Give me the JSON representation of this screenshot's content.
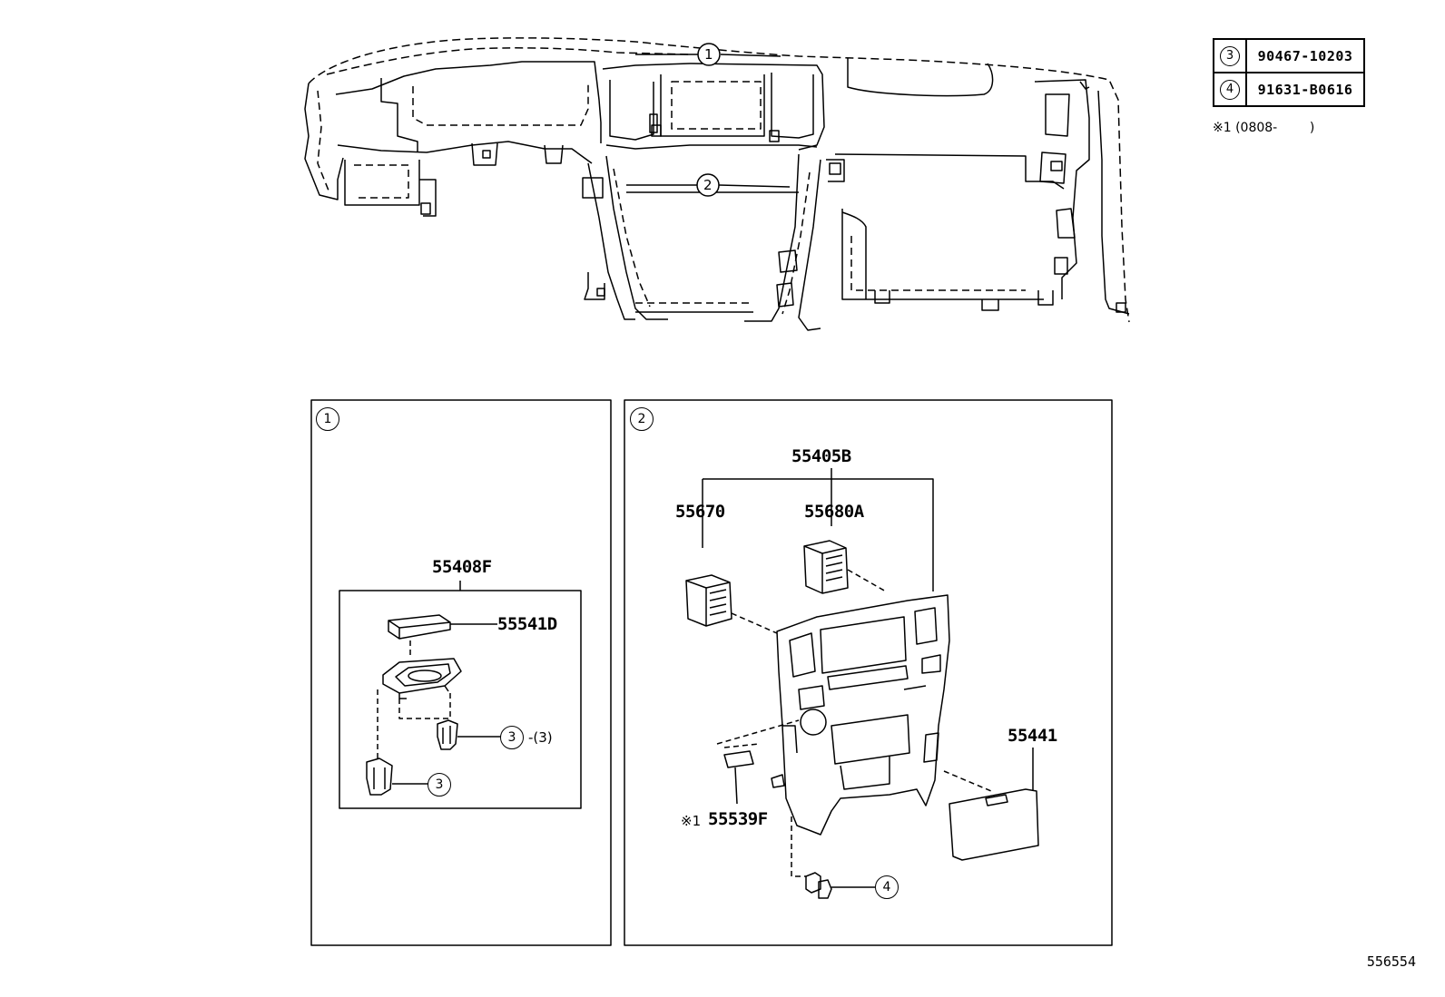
{
  "reference_table": [
    {
      "index": "3",
      "part_number": "90467-10203"
    },
    {
      "index": "4",
      "part_number": "91631-B0616"
    }
  ],
  "footnote": "※1 (0808-        )",
  "overview_callouts": [
    "1",
    "2"
  ],
  "panels": [
    {
      "index": "1"
    },
    {
      "index": "2"
    }
  ],
  "panel1": {
    "group_label": "55408F",
    "part_cover": "55541D",
    "clip_callout_a": "3",
    "clip_qty": "-(3)",
    "clip_callout_b": "3"
  },
  "panel2": {
    "group_label": "55405B",
    "part_vent_left": "55670",
    "part_vent_right": "55680A",
    "part_pocket": "55441",
    "part_switch_prefix": "※1",
    "part_switch": "55539F",
    "screw_callout": "4"
  },
  "diagram_id": "556554"
}
